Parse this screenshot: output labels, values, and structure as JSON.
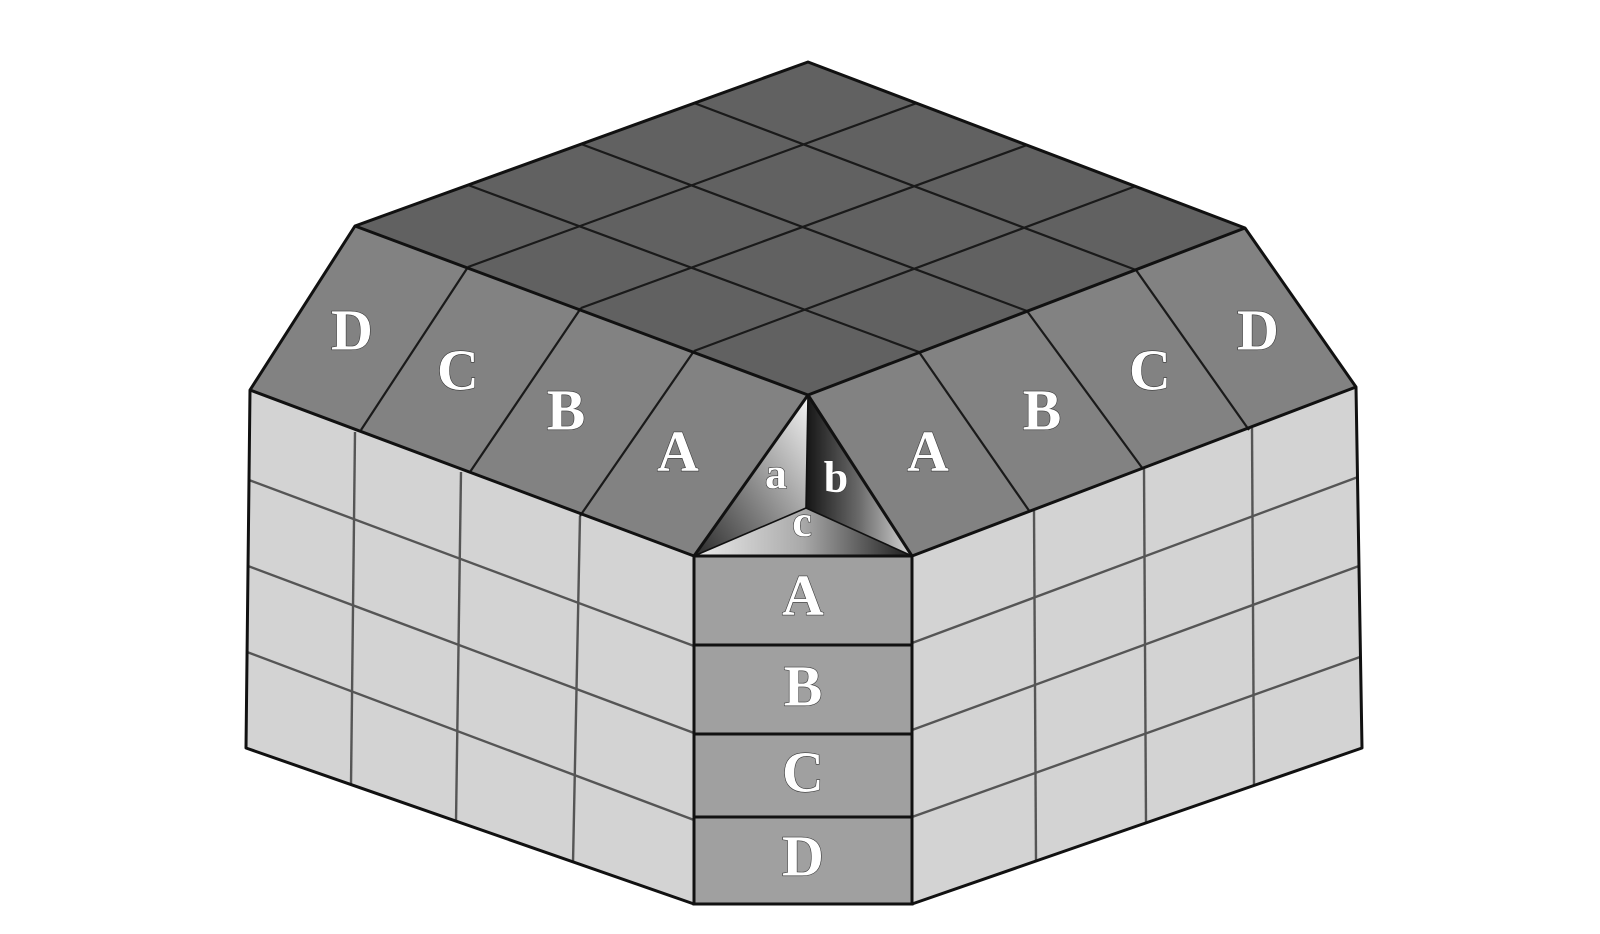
{
  "colors": {
    "top_face": "#616161",
    "bevel_face": "#828282",
    "wall_face": "#d3d3d3",
    "corner_column": "#a0a0a0",
    "label": "#ffffff",
    "outline": "#111111"
  },
  "bevel_labels_left": [
    "D",
    "C",
    "B",
    "A"
  ],
  "bevel_labels_right": [
    "A",
    "B",
    "C",
    "D"
  ],
  "corner_labels": [
    "a",
    "b",
    "c"
  ],
  "column_labels": [
    "A",
    "B",
    "C",
    "D"
  ]
}
